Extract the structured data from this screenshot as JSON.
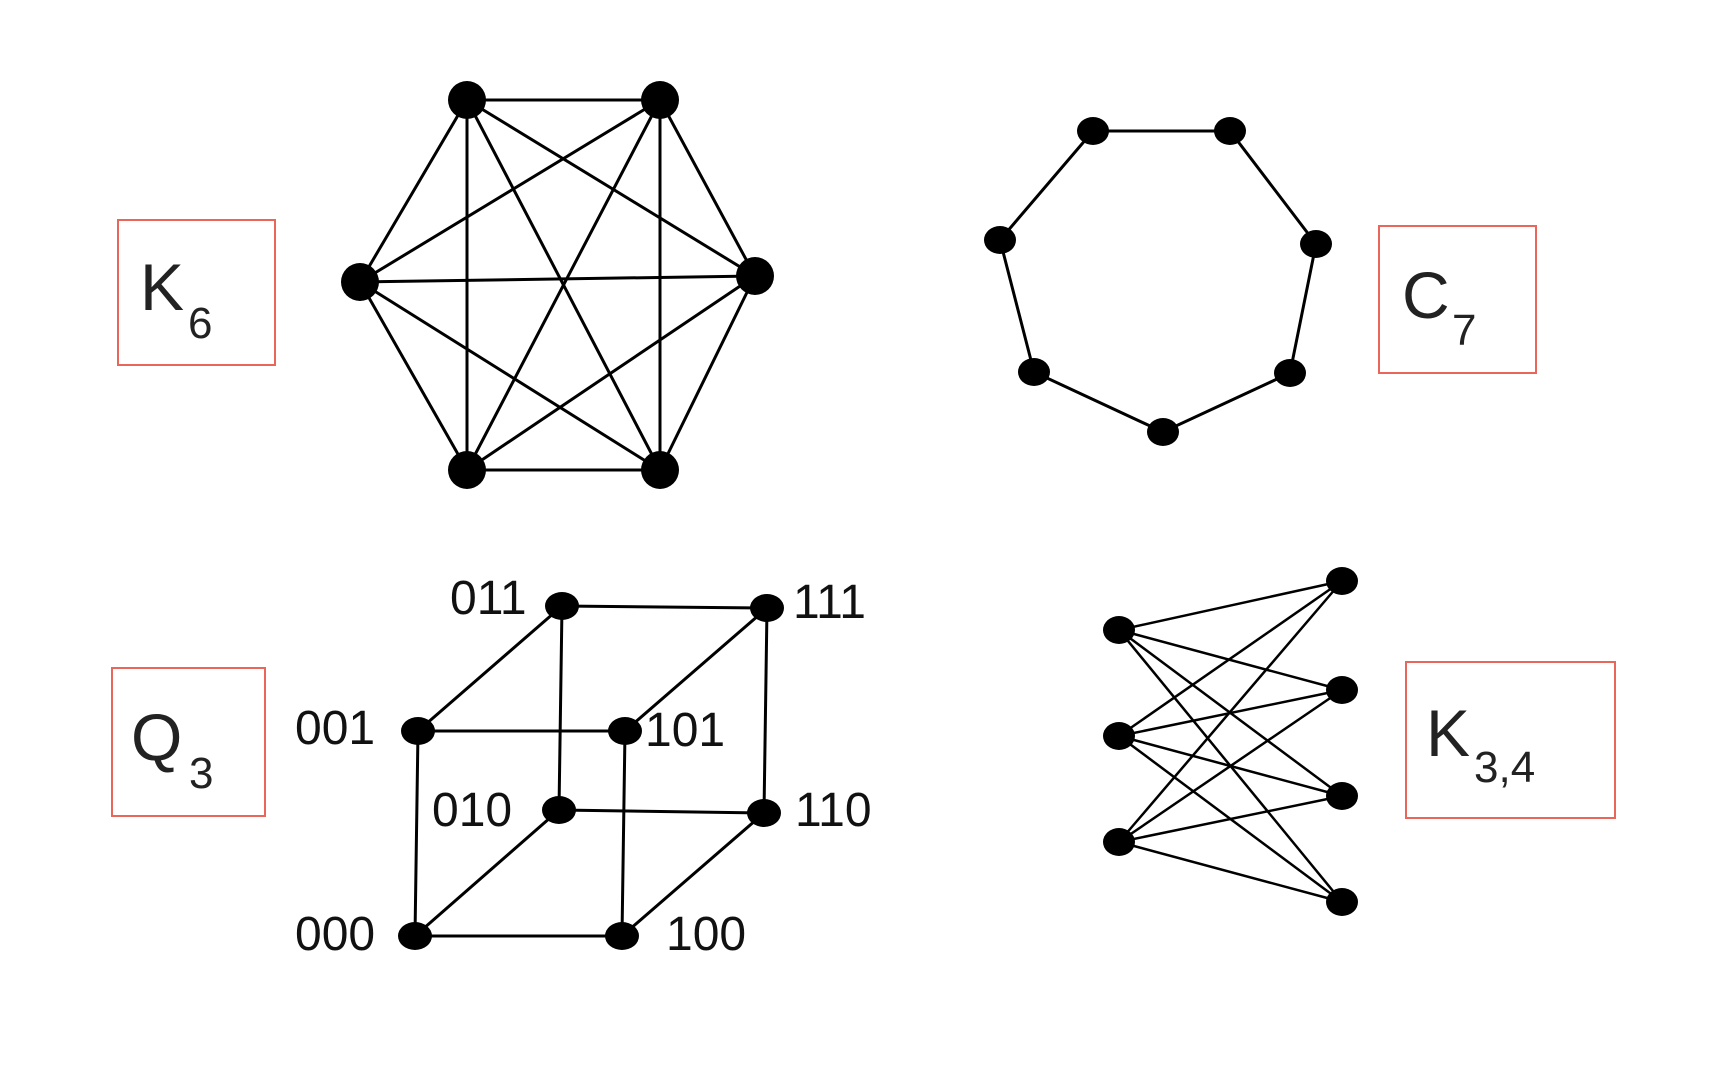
{
  "graphs": {
    "k6": {
      "name_main": "K",
      "name_sub": "6",
      "vertices": 6,
      "edges": 15
    },
    "c7": {
      "name_main": "C",
      "name_sub": "7",
      "vertices": 7,
      "edges": 7
    },
    "q3": {
      "name_main": "Q",
      "name_sub": "3",
      "vertices": 8,
      "edges": 12,
      "vertex_labels": {
        "v000": "000",
        "v001": "001",
        "v010": "010",
        "v011": "011",
        "v100": "100",
        "v101": "101",
        "v110": "110",
        "v111": "111"
      }
    },
    "k34": {
      "name_main": "K",
      "name_sub": "3,4",
      "vertices": 7,
      "edges": 12
    }
  },
  "colors": {
    "label_box_border": "#e8665a",
    "ink": "#000000"
  }
}
